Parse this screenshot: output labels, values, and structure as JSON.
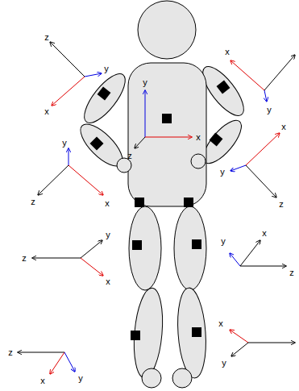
{
  "diagram": {
    "labels": [
      "z",
      "y",
      "x",
      "x",
      "y",
      "y",
      "x",
      "z",
      "y",
      "x",
      "z",
      "x",
      "y",
      "z",
      "z",
      "y",
      "x",
      "y",
      "x",
      "z",
      "z",
      "x",
      "y",
      "x",
      "y"
    ]
  }
}
